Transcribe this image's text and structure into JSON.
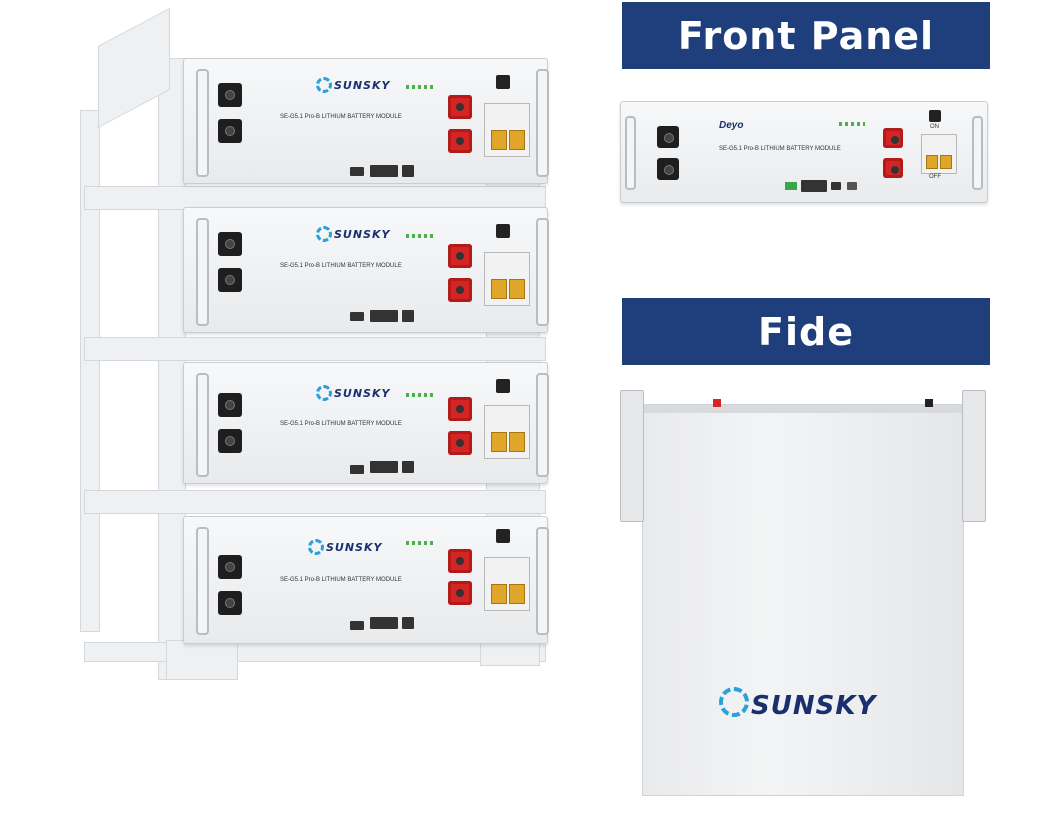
{
  "banners": {
    "front": "Front Panel",
    "side": "Fide"
  },
  "brand": "SUNSKY",
  "front_panel": {
    "brand": "Deyo",
    "model": "SE-G5.1 Pro-B LITHIUM BATTERY MODULE",
    "on": "ON",
    "off": "OFF"
  },
  "rack_modules": [
    {
      "brand": "SUNSKY",
      "model": "SE-G5.1 Pro-B LITHIUM BATTERY MODULE"
    },
    {
      "brand": "SUNSKY",
      "model": "SE-G5.1 Pro-B LITHIUM BATTERY MODULE"
    },
    {
      "brand": "SUNSKY",
      "model": "SE-G5.1 Pro-B LITHIUM BATTERY MODULE"
    },
    {
      "brand": "SUNSKY",
      "model": "SE-G5.1 Pro-B LITHIUM BATTERY MODULE"
    }
  ],
  "colors": {
    "banner": "#1f3f7c",
    "terminal": "#d42424",
    "brand_blue": "#1b2f6e",
    "sun_blue": "#2aa0dc"
  }
}
